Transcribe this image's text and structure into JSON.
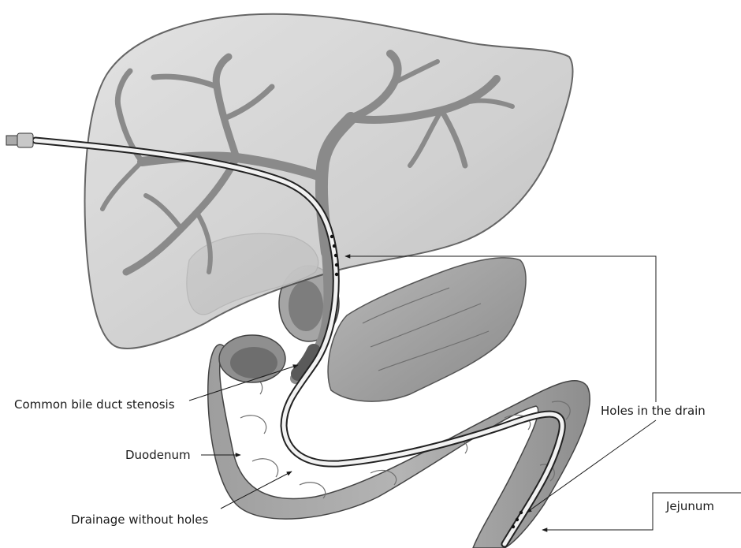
{
  "labels": {
    "common_bile_duct_stenosis": "Common bile duct stenosis",
    "duodenum": "Duodenum",
    "drainage_without_holes": "Drainage without holes",
    "holes_in_the_drain": "Holes in the drain",
    "jejunum": "Jejunum"
  },
  "colors": {
    "liver_fill": "#cfcfcf",
    "organ_dark": "#9a9a9a",
    "duct_fill": "#8d8d8d",
    "drain": "#f2f2f2",
    "line": "#1a1a1a"
  }
}
